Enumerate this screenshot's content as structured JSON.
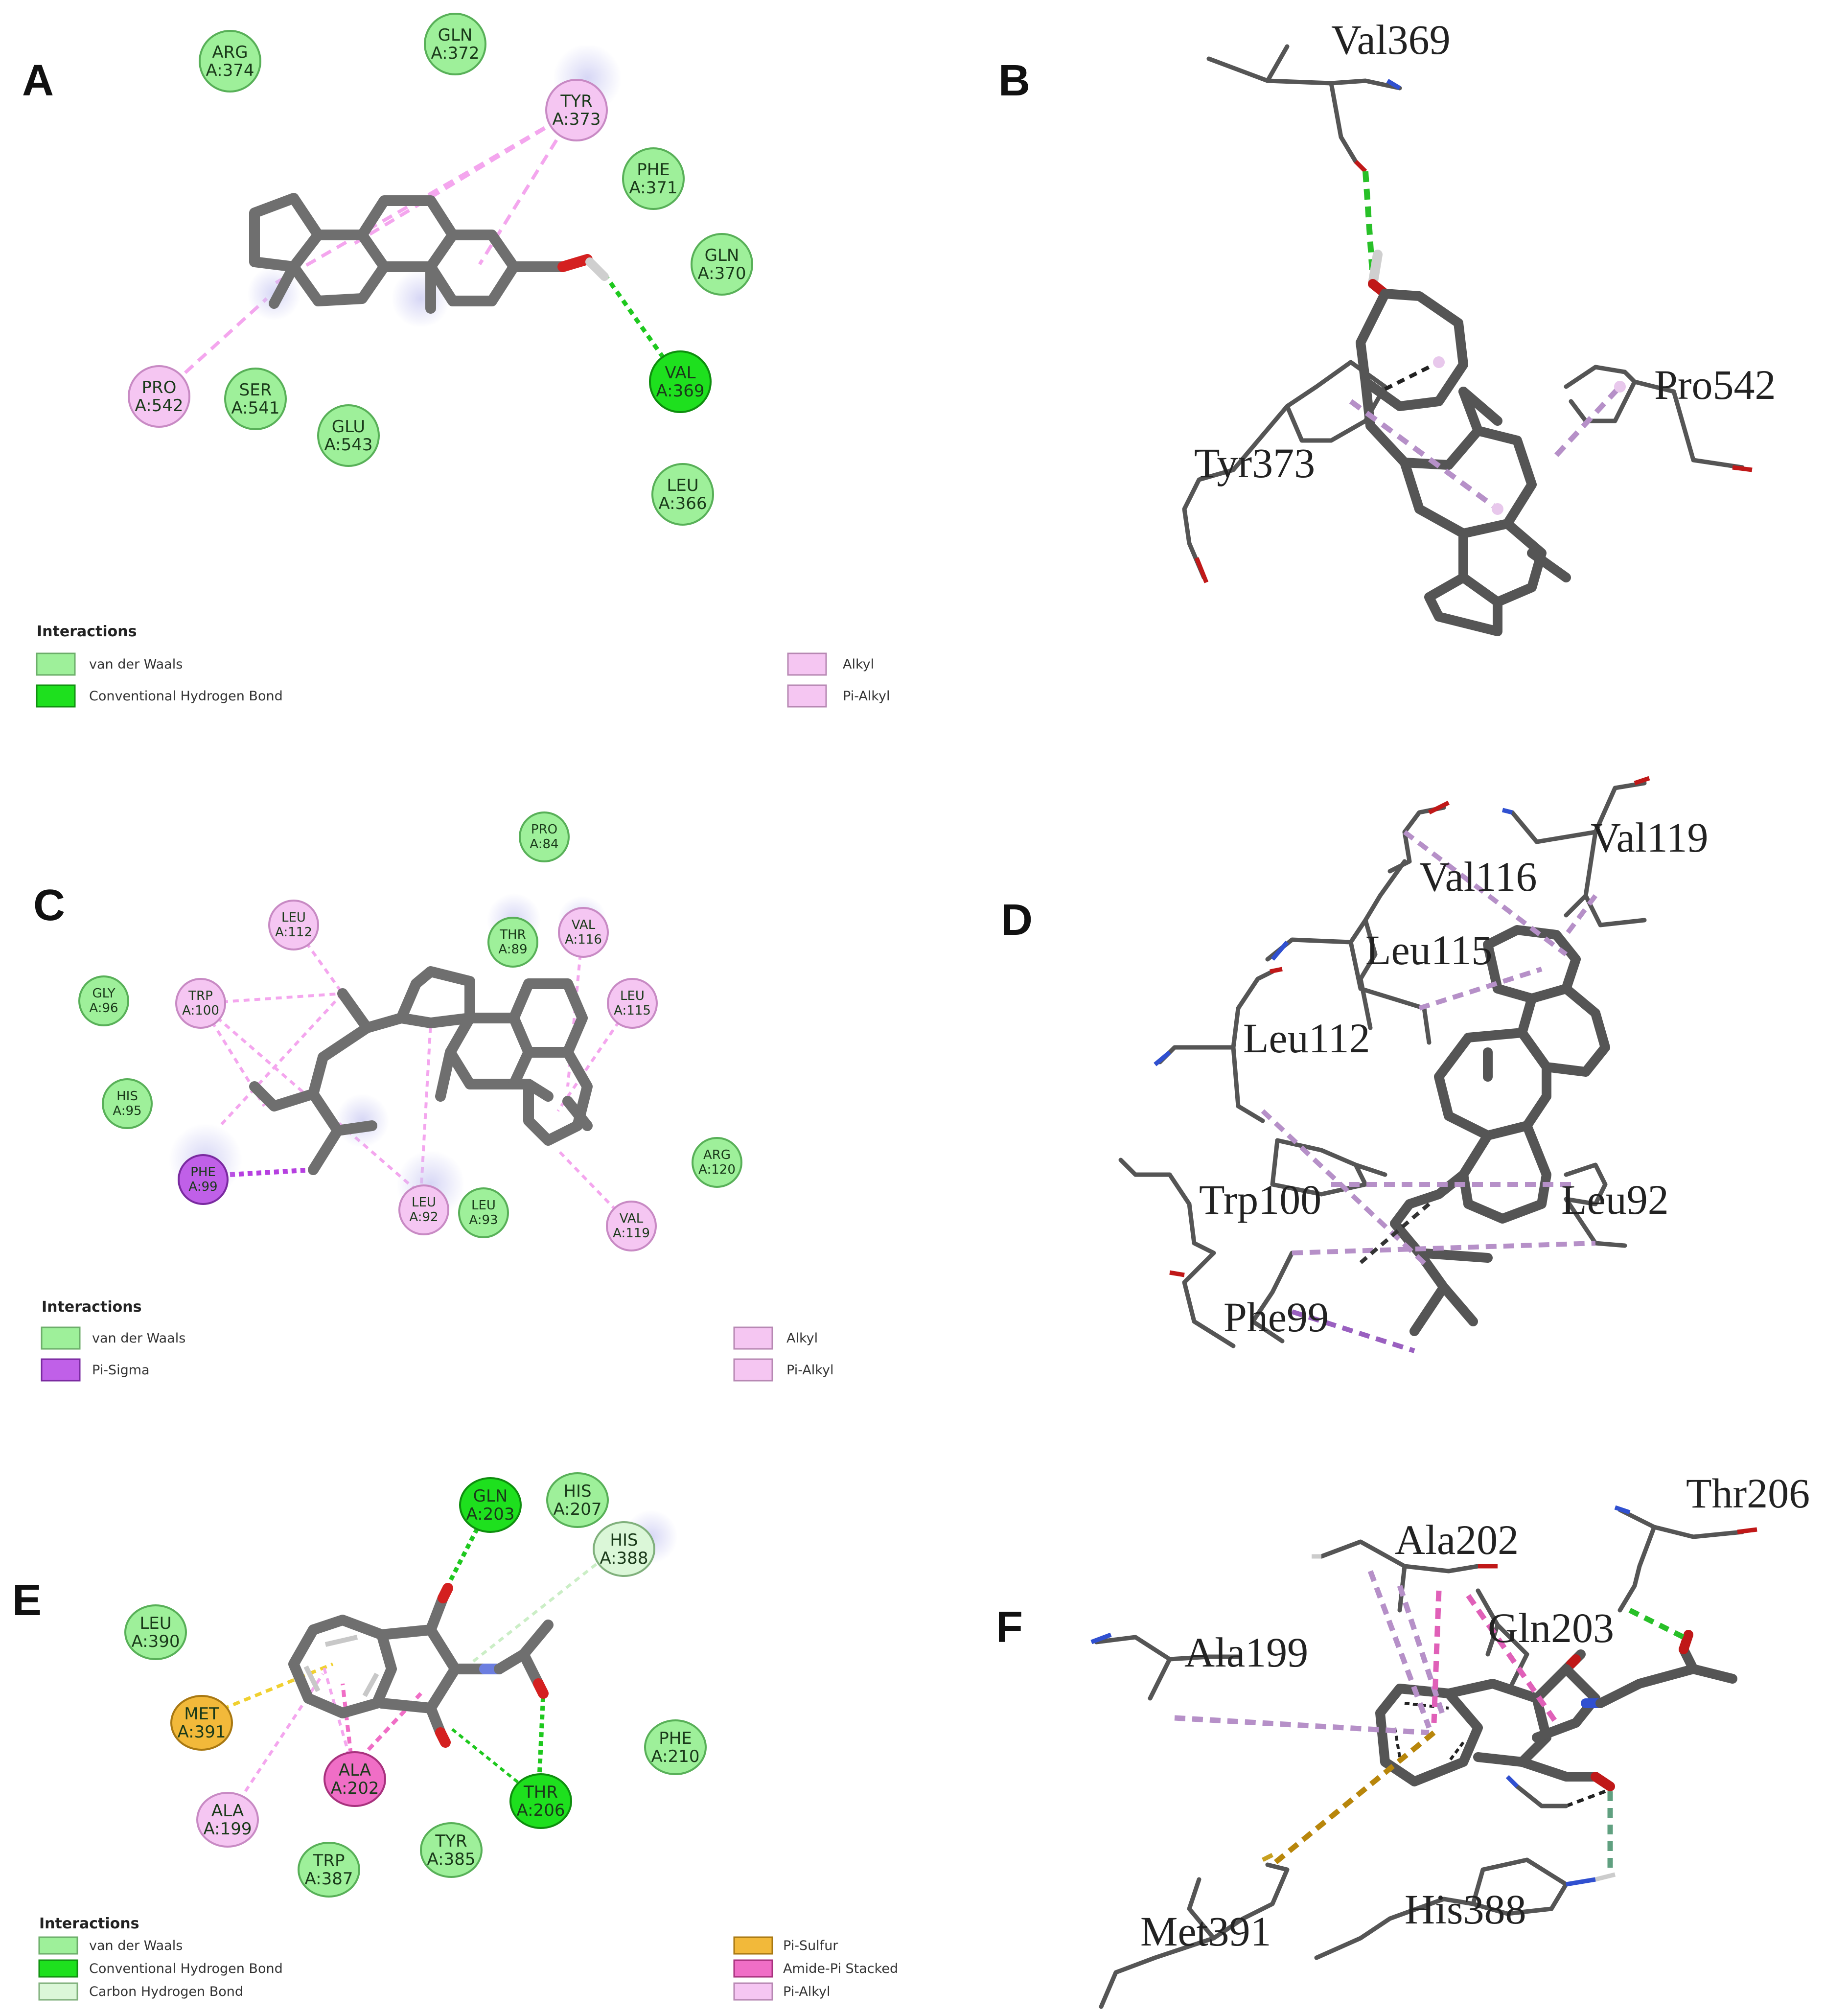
{
  "panels": {
    "A": {
      "letter": "A"
    },
    "B": {
      "letter": "B"
    },
    "C": {
      "letter": "C"
    },
    "D": {
      "letter": "D"
    },
    "E": {
      "letter": "E"
    },
    "F": {
      "letter": "F"
    }
  },
  "panel_a": {
    "residues": [
      {
        "name": "ARG",
        "id": "A:374",
        "type": "van der Waals"
      },
      {
        "name": "GLN",
        "id": "A:372",
        "type": "van der Waals"
      },
      {
        "name": "TYR",
        "id": "A:373",
        "type": "Pi-Alkyl"
      },
      {
        "name": "PHE",
        "id": "A:371",
        "type": "van der Waals"
      },
      {
        "name": "GLN",
        "id": "A:370",
        "type": "van der Waals"
      },
      {
        "name": "VAL",
        "id": "A:369",
        "type": "Conventional Hydrogen Bond"
      },
      {
        "name": "LEU",
        "id": "A:366",
        "type": "van der Waals"
      },
      {
        "name": "PRO",
        "id": "A:542",
        "type": "Alkyl"
      },
      {
        "name": "SER",
        "id": "A:541",
        "type": "van der Waals"
      },
      {
        "name": "GLU",
        "id": "A:543",
        "type": "van der Waals"
      }
    ],
    "legend": {
      "title": "Interactions",
      "items": [
        "van der Waals",
        "Conventional Hydrogen Bond",
        "Alkyl",
        "Pi-Alkyl"
      ]
    }
  },
  "panel_b": {
    "labels": [
      "Val369",
      "Pro542",
      "Tyr373"
    ]
  },
  "panel_c": {
    "residues": [
      {
        "name": "PRO",
        "id": "A:84",
        "type": "van der Waals"
      },
      {
        "name": "LEU",
        "id": "A:112",
        "type": "Alkyl"
      },
      {
        "name": "THR",
        "id": "A:89",
        "type": "van der Waals"
      },
      {
        "name": "VAL",
        "id": "A:116",
        "type": "Alkyl"
      },
      {
        "name": "GLY",
        "id": "A:96",
        "type": "van der Waals"
      },
      {
        "name": "TRP",
        "id": "A:100",
        "type": "Pi-Alkyl"
      },
      {
        "name": "LEU",
        "id": "A:115",
        "type": "Alkyl"
      },
      {
        "name": "HIS",
        "id": "A:95",
        "type": "van der Waals"
      },
      {
        "name": "ARG",
        "id": "A:120",
        "type": "van der Waals"
      },
      {
        "name": "PHE",
        "id": "A:99",
        "type": "Pi-Sigma"
      },
      {
        "name": "LEU",
        "id": "A:92",
        "type": "Alkyl"
      },
      {
        "name": "LEU",
        "id": "A:93",
        "type": "van der Waals"
      },
      {
        "name": "VAL",
        "id": "A:119",
        "type": "Alkyl"
      }
    ],
    "legend": {
      "title": "Interactions",
      "items": [
        "van der Waals",
        "Pi-Sigma",
        "Alkyl",
        "Pi-Alkyl"
      ]
    }
  },
  "panel_d": {
    "labels": [
      "Val119",
      "Val116",
      "Leu115",
      "Leu112",
      "Trp100",
      "Leu92",
      "Phe99"
    ]
  },
  "panel_e": {
    "residues": [
      {
        "name": "GLN",
        "id": "A:203",
        "type": "Conventional Hydrogen Bond"
      },
      {
        "name": "HIS",
        "id": "A:207",
        "type": "van der Waals"
      },
      {
        "name": "HIS",
        "id": "A:388",
        "type": "Carbon Hydrogen Bond"
      },
      {
        "name": "LEU",
        "id": "A:390",
        "type": "van der Waals"
      },
      {
        "name": "MET",
        "id": "A:391",
        "type": "Pi-Sulfur"
      },
      {
        "name": "PHE",
        "id": "A:210",
        "type": "van der Waals"
      },
      {
        "name": "ALA",
        "id": "A:202",
        "type": "Amide-Pi Stacked"
      },
      {
        "name": "THR",
        "id": "A:206",
        "type": "Conventional Hydrogen Bond"
      },
      {
        "name": "ALA",
        "id": "A:199",
        "type": "Pi-Alkyl"
      },
      {
        "name": "TYR",
        "id": "A:385",
        "type": "van der Waals"
      },
      {
        "name": "TRP",
        "id": "A:387",
        "type": "van der Waals"
      }
    ],
    "legend": {
      "title": "Interactions",
      "items": [
        "van der Waals",
        "Conventional Hydrogen Bond",
        "Carbon Hydrogen Bond",
        "Pi-Sulfur",
        "Amide-Pi Stacked",
        "Pi-Alkyl"
      ]
    }
  },
  "panel_f": {
    "labels": [
      "Thr206",
      "Ala202",
      "Gln203",
      "Ala199",
      "His388",
      "Met391"
    ]
  },
  "colors": {
    "van_der_waals": "#9ef09a",
    "conventional_hbond": "#1ee01e",
    "carbon_hbond": "#dbf7d8",
    "alkyl": "#f5c6f2",
    "pi_alkyl": "#f5c6f2",
    "pi_sigma": "#c060e8",
    "pi_sulfur": "#f2b93a",
    "amide_pi_stacked": "#f06ec6"
  }
}
